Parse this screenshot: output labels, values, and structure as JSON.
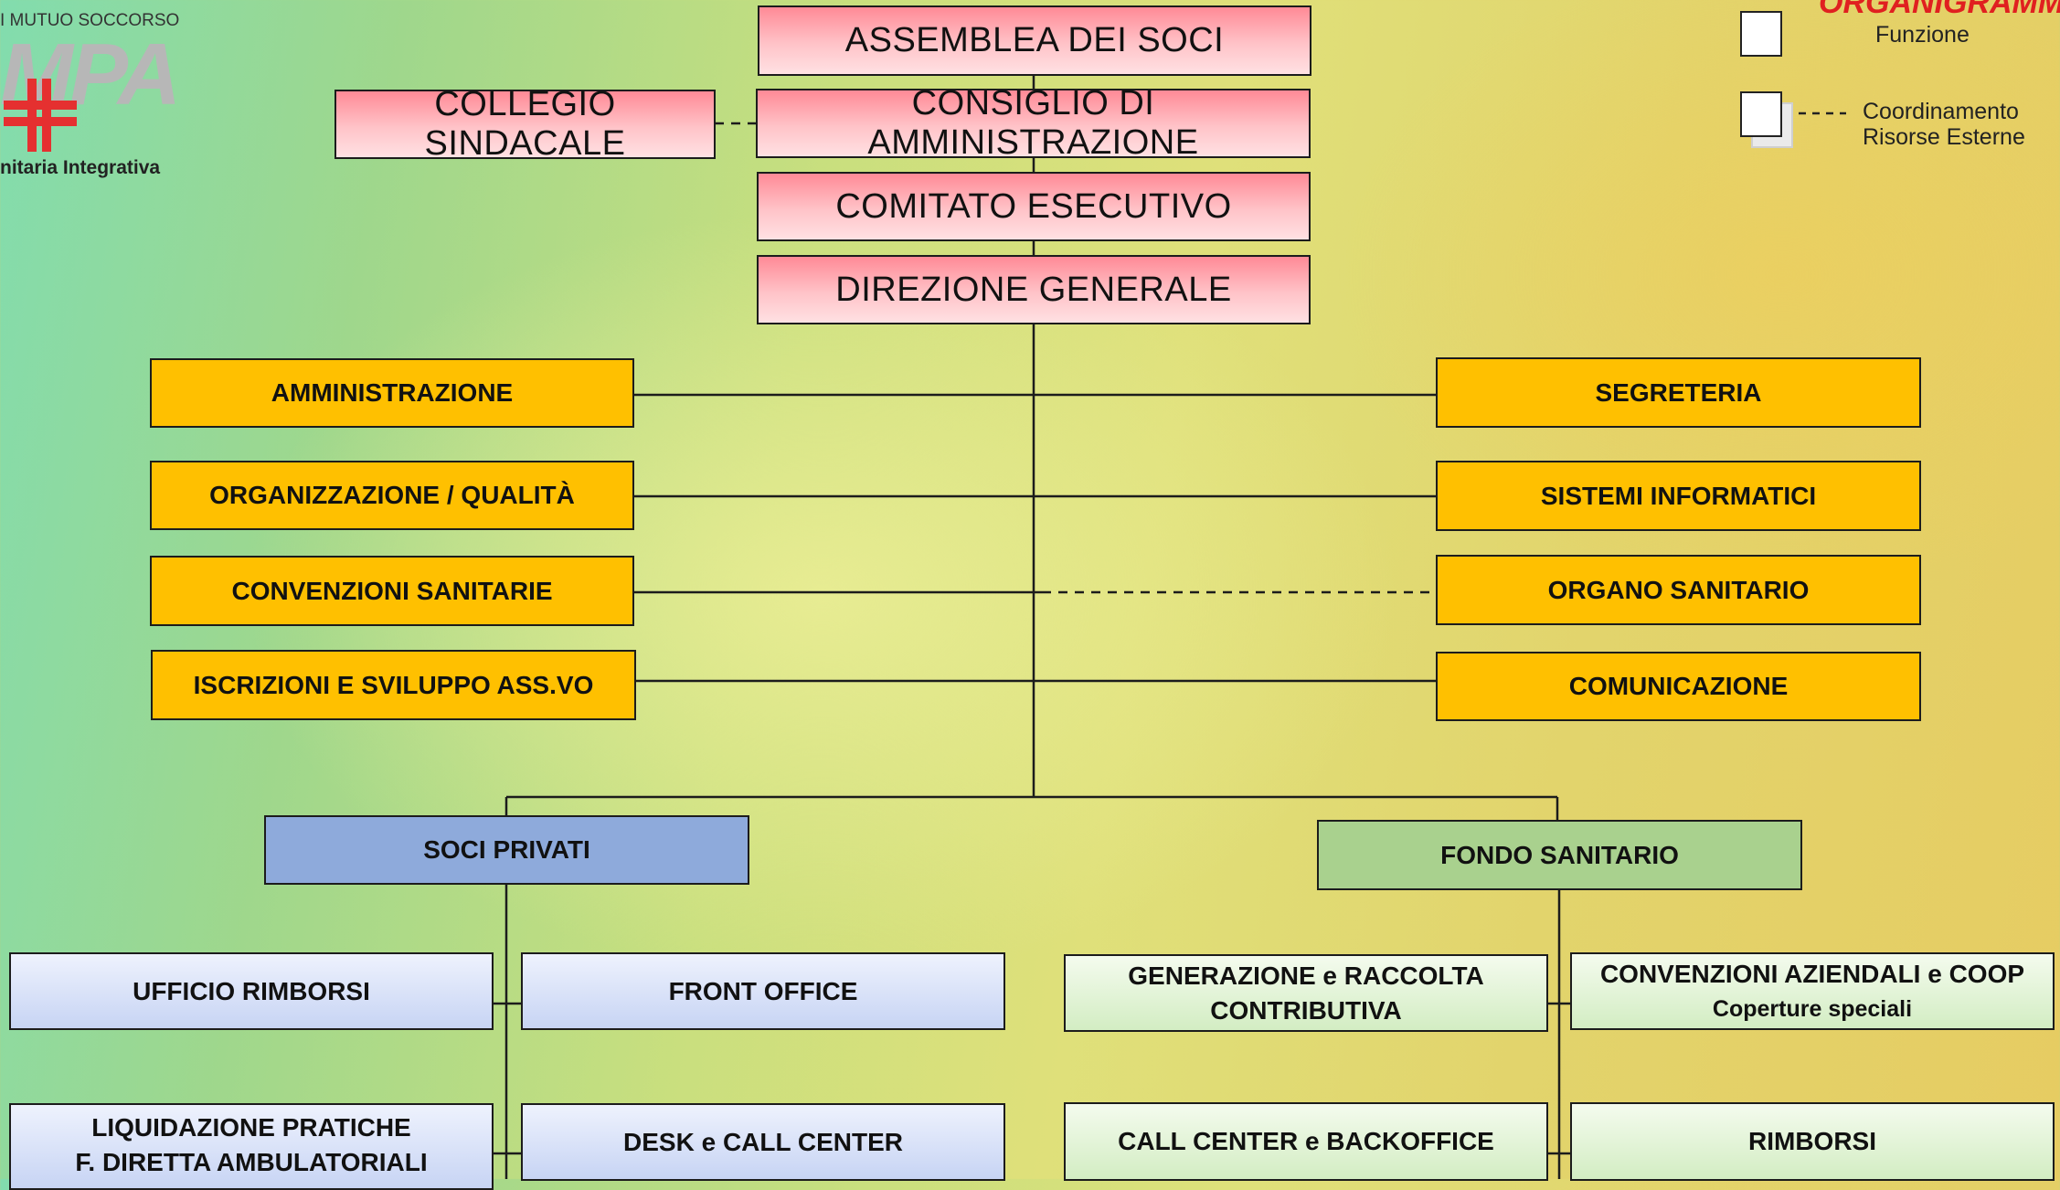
{
  "logo": {
    "top_text": "I MUTUO SOCCORSO",
    "mark_text": "MPA",
    "bottom_text": "nitaria Integrativa"
  },
  "legend": {
    "title": "ORGANIGRAMMA",
    "function_label": "Funzione",
    "coordination_label_line1": "Coordinamento",
    "coordination_label_line2": "Risorse Esterne"
  },
  "governance": {
    "assemblea": "ASSEMBLEA DEI SOCI",
    "consiglio": "CONSIGLIO DI AMMINISTRAZIONE",
    "collegio": "COLLEGIO SINDACALE",
    "comitato": "COMITATO ESECUTIVO",
    "direzione": "DIREZIONE GENERALE"
  },
  "staff_left": [
    "AMMINISTRAZIONE",
    "ORGANIZZAZIONE / QUALITÀ",
    "CONVENZIONI SANITARIE",
    "ISCRIZIONI E SVILUPPO ASS.VO"
  ],
  "staff_right": [
    "SEGRETERIA",
    "SISTEMI INFORMATICI",
    "ORGANO SANITARIO",
    "COMUNICAZIONE"
  ],
  "soci_privati": {
    "title": "SOCI PRIVATI",
    "units": [
      {
        "line1": "UFFICIO RIMBORSI"
      },
      {
        "line1": "FRONT OFFICE"
      },
      {
        "line1": "LIQUIDAZIONE PRATICHE",
        "line2": "F. DIRETTA AMBULATORIALI"
      },
      {
        "line1": "DESK e CALL CENTER"
      }
    ]
  },
  "fondo_sanitario": {
    "title": "FONDO SANITARIO",
    "units": [
      {
        "line1": "GENERAZIONE e RACCOLTA",
        "line2": "CONTRIBUTIVA"
      },
      {
        "line1": "CONVENZIONI AZIENDALI e COOP",
        "line2": "Coperture speciali"
      },
      {
        "line1": "CALL CENTER e BACKOFFICE"
      },
      {
        "line1": "RIMBORSI"
      }
    ]
  },
  "colors": {
    "governance": "#ff9aa4",
    "staff": "#ffc000",
    "soci_privati": "#8eaadb",
    "fondo_sanitario": "#a9d18e"
  }
}
